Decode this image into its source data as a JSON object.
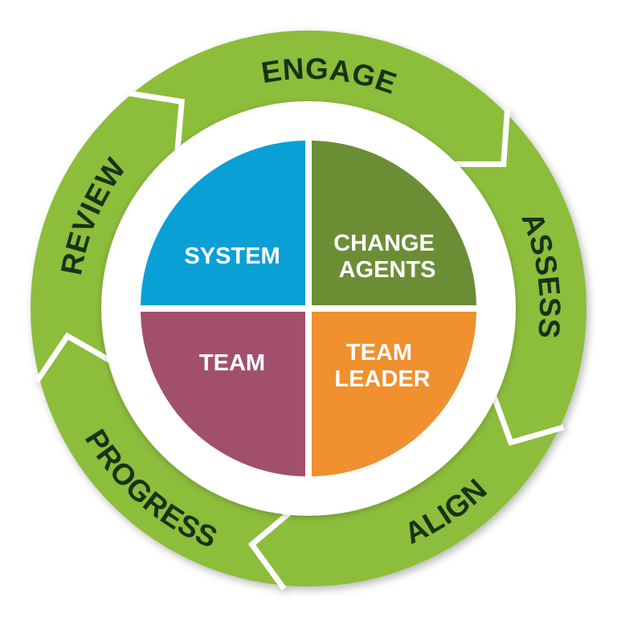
{
  "colors": {
    "ring": "#8cbd3a",
    "ring_seam": "#ffffff",
    "ring_text": "#163316",
    "system": "#0aa0d6",
    "change_agents": "#6b8e35",
    "team": "#a24f6e",
    "team_leader": "#f0902e",
    "quad_text": "#ffffff"
  },
  "ring": {
    "stages": [
      {
        "key": "engage",
        "label": "ENGAGE"
      },
      {
        "key": "assess",
        "label": "ASSESS"
      },
      {
        "key": "align",
        "label": "ALIGN"
      },
      {
        "key": "progress",
        "label": "PROGRESS"
      },
      {
        "key": "review",
        "label": "REVIEW"
      }
    ]
  },
  "quadrants": {
    "system": {
      "lines": [
        "SYSTEM"
      ],
      "color_key": "system"
    },
    "change_agents": {
      "lines": [
        "CHANGE",
        "AGENTS"
      ],
      "color_key": "change_agents"
    },
    "team": {
      "lines": [
        "TEAM"
      ],
      "color_key": "team"
    },
    "team_leader": {
      "lines": [
        "TEAM",
        "LEADER"
      ],
      "color_key": "team_leader"
    }
  }
}
